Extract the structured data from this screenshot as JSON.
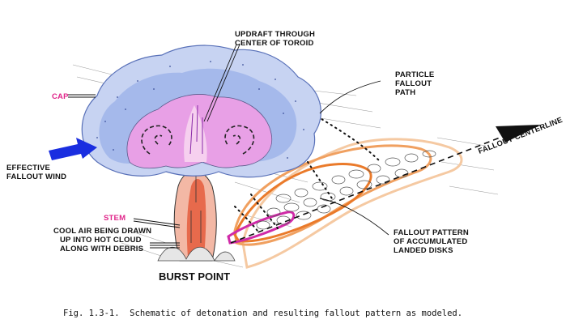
{
  "labels": {
    "updraft_line1": "UPDRAFT THROUGH",
    "updraft_line2": "CENTER OF TOROID",
    "particle_line1": "PARTICLE",
    "particle_line2": "FALLOUT",
    "particle_line3": "PATH",
    "cap": "CAP",
    "effective_line1": "EFFECTIVE",
    "effective_line2": "FALLOUT WIND",
    "fallout_centerline": "FALLOUT CENTERLINE",
    "stem": "STEM",
    "cool_line1": "COOL AIR BEING DRAWN",
    "cool_line2": "UP INTO HOT CLOUD",
    "cool_line3": "ALONG WITH DEBRIS",
    "pattern_line1": "FALLOUT PATTERN",
    "pattern_line2": "OF ACCUMULATED",
    "pattern_line3": "LANDED DISKS",
    "burst_point": "BURST POINT"
  },
  "caption": "Fig. 1.3-1.  Schematic of detonation and resulting fallout pattern as modeled.",
  "colors": {
    "label_accent": "#e0258a",
    "wind_arrow": "#1a2ee0",
    "cloud_blue": "#7f9fe0",
    "toroid_pink": "#e8a0e6",
    "stem_red": "#e3502f",
    "contour_outer": "#f5c9a2",
    "contour_mid": "#f0a060",
    "contour_inner_orange": "#ea7a2a",
    "contour_core": "#d02aa8"
  }
}
